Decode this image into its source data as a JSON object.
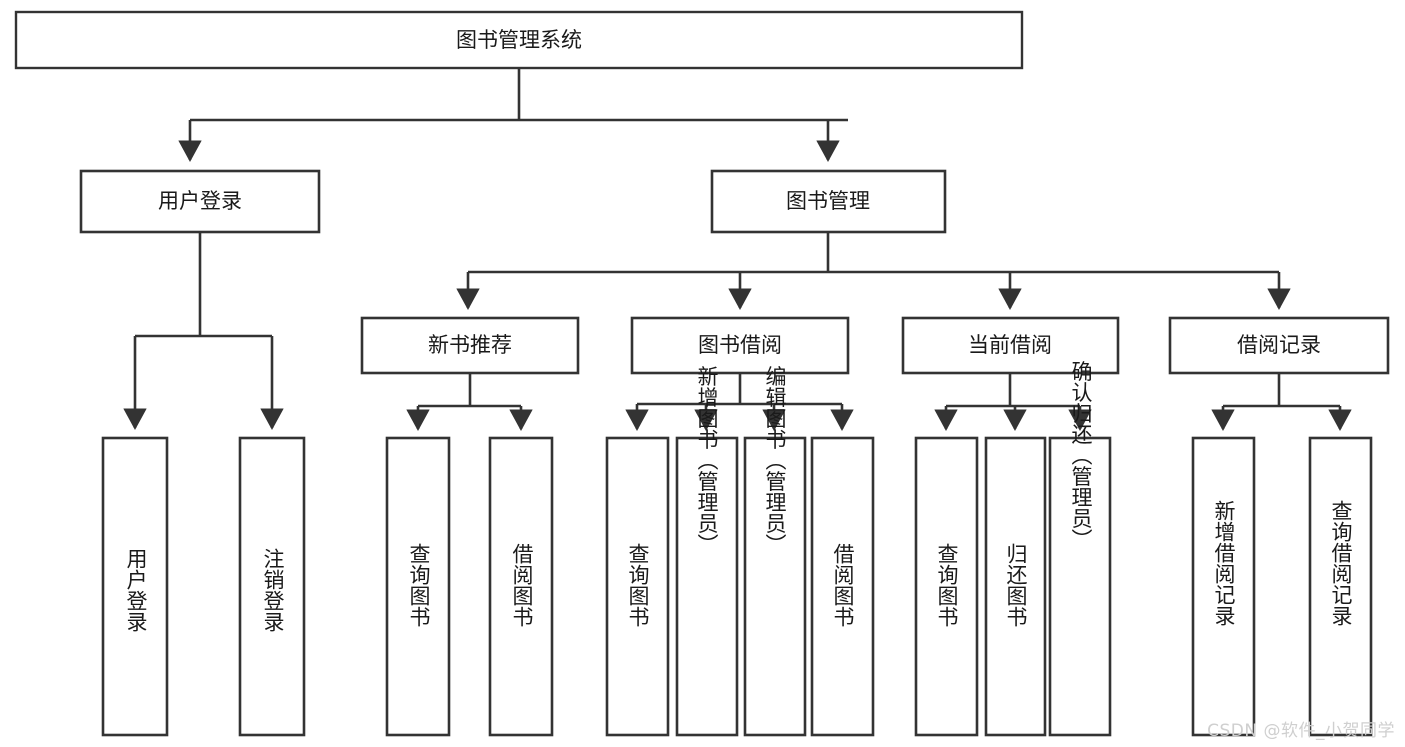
{
  "diagram": {
    "type": "tree-hierarchy",
    "title": "图书管理系统",
    "watermark": "CSDN @软件_小贺同学",
    "colors": {
      "stroke": "#333333",
      "fill": "#ffffff",
      "text": "#1a1a1a",
      "watermark": "#cfcfcf"
    },
    "levels": {
      "root": "图书管理系统",
      "level2": [
        "用户登录",
        "图书管理"
      ],
      "level3": [
        "新书推荐",
        "图书借阅",
        "当前借阅",
        "借阅记录"
      ]
    },
    "nodes": {
      "root": {
        "label": "图书管理系统"
      },
      "user_login": {
        "label": "用户登录"
      },
      "book_manage": {
        "label": "图书管理"
      },
      "new_book_rec": {
        "label": "新书推荐"
      },
      "book_borrow": {
        "label": "图书借阅"
      },
      "current_borrow": {
        "label": "当前借阅"
      },
      "borrow_record": {
        "label": "借阅记录"
      },
      "leaf_user_login": {
        "label": "用户登录"
      },
      "leaf_logout": {
        "label": "注销登录"
      },
      "leaf_query_book_1": {
        "label": "查询图书"
      },
      "leaf_borrow_book_1": {
        "label": "借阅图书"
      },
      "leaf_query_book_2": {
        "label": "查询图书"
      },
      "leaf_add_book": {
        "label": "新增图书（管理员）"
      },
      "leaf_edit_book": {
        "label": "编辑图书（管理员）"
      },
      "leaf_borrow_book_2": {
        "label": "借阅图书"
      },
      "leaf_query_book_3": {
        "label": "查询图书"
      },
      "leaf_return_book": {
        "label": "归还图书"
      },
      "leaf_confirm_return": {
        "label": "确认归还（管理员）"
      },
      "leaf_add_record": {
        "label": "新增借阅记录"
      },
      "leaf_query_record": {
        "label": "查询借阅记录"
      }
    },
    "branches": {
      "user_login_children": [
        "用户登录",
        "注销登录"
      ],
      "new_book_rec_children": [
        "查询图书",
        "借阅图书"
      ],
      "book_borrow_children": [
        "查询图书",
        "新增图书（管理员）",
        "编辑图书（管理员）",
        "借阅图书"
      ],
      "current_borrow_children": [
        "查询图书",
        "归还图书",
        "确认归还（管理员）"
      ],
      "borrow_record_children": [
        "新增借阅记录",
        "查询借阅记录"
      ]
    }
  }
}
